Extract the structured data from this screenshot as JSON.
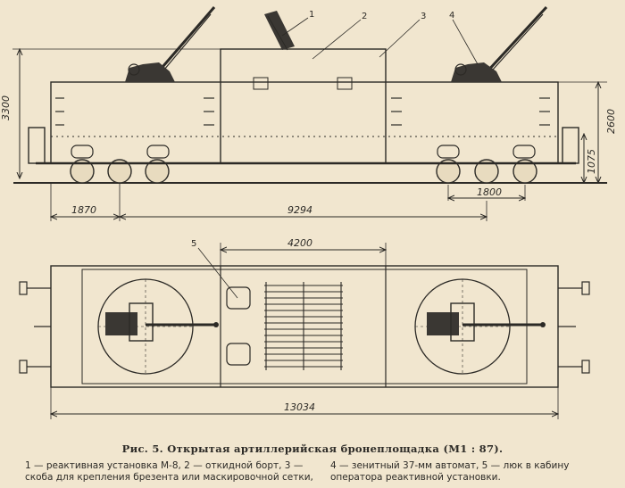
{
  "dimensions": {
    "height_total": "3300",
    "height_body": "2600",
    "height_platform": "1075",
    "bogie_base": "1800",
    "overhang": "1870",
    "wheelbase": "9294",
    "cabin_length": "4200",
    "total_length": "13034"
  },
  "callouts": [
    "1",
    "2",
    "3",
    "4",
    "5"
  ],
  "caption": {
    "label": "Рис. 5. Открытая артиллерийская бронеплощадка",
    "scale": "(M1 : 87)."
  },
  "legend": {
    "left": "1 — реактивная установка М-8, 2 — откидной борт, 3 — скоба для крепления брезента или маскировочной сетки,",
    "right": "4 — зенитный 37-мм автомат, 5 — люк в кабину оператора реактивной установки."
  }
}
